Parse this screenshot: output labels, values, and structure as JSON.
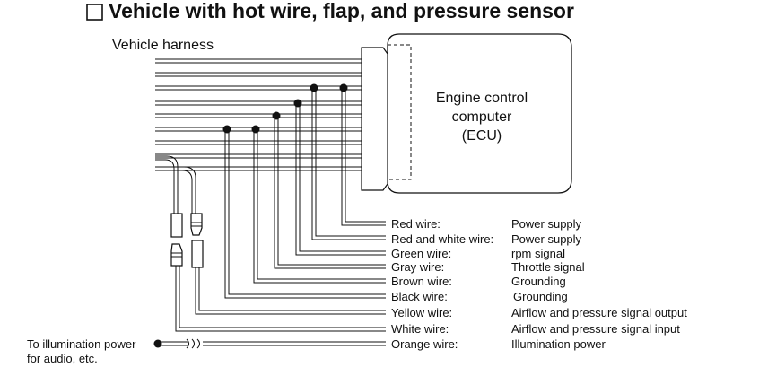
{
  "title": "Vehicle with hot wire, flap, and pressure sensor",
  "harness_label": "Vehicle harness",
  "ecu": {
    "line1": "Engine control",
    "line2": "computer",
    "line3": "(ECU)"
  },
  "wires": [
    {
      "color_name": "Red wire:",
      "function": "Power supply"
    },
    {
      "color_name": "Red and white wire:",
      "function": "Power supply"
    },
    {
      "color_name": "Green wire:",
      "function": "rpm signal"
    },
    {
      "color_name": "Gray wire:",
      "function": "Throttle signal"
    },
    {
      "color_name": "Brown wire:",
      "function": "Grounding"
    },
    {
      "color_name": "Black wire:",
      "function": "Grounding"
    },
    {
      "color_name": "Yellow wire:",
      "function": "Airflow and pressure signal output"
    },
    {
      "color_name": "White wire:",
      "function": "Airflow and pressure signal input"
    },
    {
      "color_name": "Orange wire:",
      "function": "Illumination power"
    }
  ],
  "illumination": {
    "line1": "To illumination power",
    "line2": "for audio, etc."
  }
}
